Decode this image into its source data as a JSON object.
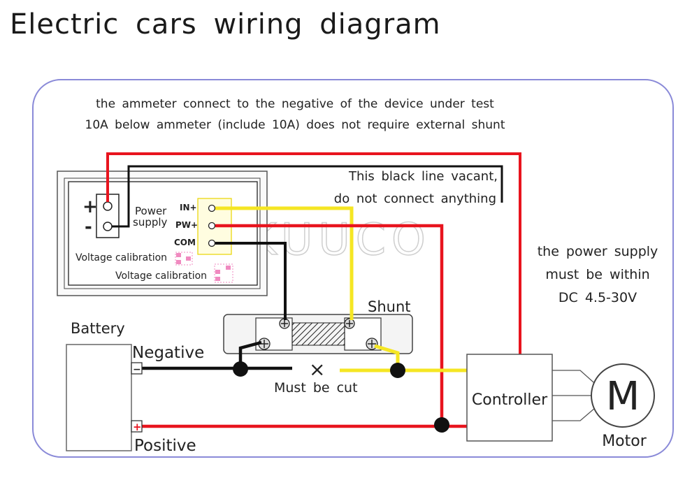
{
  "title": "Electric cars wiring diagram",
  "notes": {
    "line1": "the ammeter connect to the negative of the device under test",
    "line2": "10A below ammeter (include 10A) does not require external shunt",
    "black_line_1": "This black line vacant,",
    "black_line_2": "do not connect anything",
    "power_1": "the power supply",
    "power_2": "must be within",
    "power_3": "DC 4.5-30V"
  },
  "meter": {
    "plus": "+",
    "minus": "-",
    "power_supply_1": "Power",
    "power_supply_2": "supply",
    "in_plus": "IN+",
    "pw_plus": "PW+",
    "com": "COM",
    "voltage_calibration_1": "Voltage calibration",
    "voltage_calibration_2": "Voltage calibration"
  },
  "watermark": "KUUCO",
  "labels": {
    "shunt": "Shunt",
    "battery": "Battery",
    "negative": "Negative",
    "positive": "Positive",
    "must_be_cut": "Must be cut",
    "cut_mark": "×",
    "controller": "Controller",
    "motor": "Motor",
    "motor_symbol": "M",
    "bat_minus": "−",
    "bat_plus": "+"
  },
  "colors": {
    "red_wire": "#e8141e",
    "black_wire": "#111111",
    "yellow_wire": "#f5e623",
    "frame": "#8a8ad8",
    "pink_pad": "#f08ac0"
  }
}
